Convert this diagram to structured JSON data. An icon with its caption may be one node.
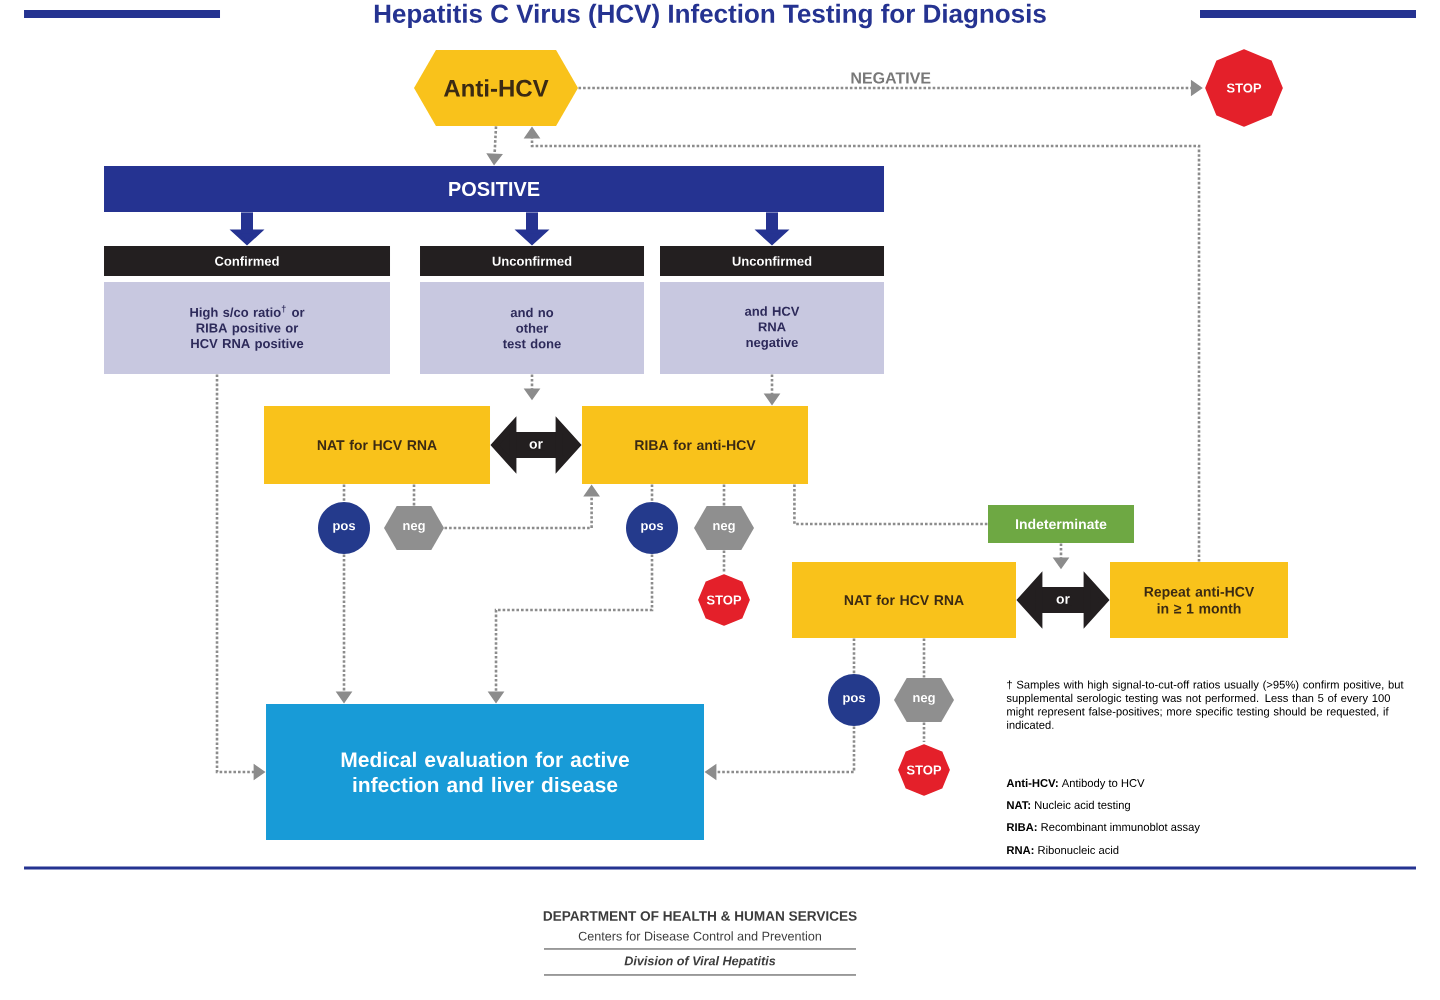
{
  "diagram": {
    "title": "Hepatitis C Virus (HCV) Infection Testing for Diagnosis",
    "nodes": [
      {
        "text": [
          "Anti-HCV"
        ]
      },
      {
        "text": [
          "STOP"
        ]
      },
      {
        "text": [
          "POSITIVE"
        ]
      },
      {
        "text": [
          "Confirmed"
        ]
      },
      {
        "text": [
          "Unconfirmed"
        ]
      },
      {
        "text": [
          "Unconfirmed"
        ]
      },
      {
        "text": [
          "High s/co ratio$^{†}$ or RIBA positive or HCV RNA positive"
        ]
      },
      {
        "text": [
          "and no other test done"
        ]
      },
      {
        "text": [
          "and HCV RNA negative"
        ]
      },
      {
        "text": [
          "NAT for HCV RNA"
        ]
      },
      {
        "text": [
          "RIBA for anti-HCV"
        ]
      },
      {
        "text": [
          "pos"
        ]
      },
      {
        "text": [
          "neg"
        ]
      },
      {
        "text": [
          "pos"
        ]
      },
      {
        "text": [
          "neg"
        ]
      },
      {
        "text": [
          "STOP"
        ]
      },
      {
        "text": [
          "Indeterminate"
        ]
      },
      {
        "text": [
          "NAT for HCV RNA"
        ]
      },
      {
        "text": [
          "Repeat anti-HCV in ≥ 1 month"
        ]
      },
      {
        "text": [
          "pos"
        ]
      },
      {
        "text": [
          "neg"
        ]
      },
      {
        "text": [
          "STOP"
        ]
      },
      {
        "text": [
          "Medical evaluation for active infection and liver disease"
        ]
      }
    ],
    "edges": [
      {
        "from": 0,
        "to": 1,
        "arrow": "to",
        "label": "NEGATIVE",
        "style": "dashed"
      },
      {
        "from": 0,
        "to": 2,
        "arrow": "to",
        "style": "dashed"
      },
      {
        "from": 2,
        "to": 3,
        "arrow": "to",
        "style": "thick",
        "color": "#253391"
      },
      {
        "from": 2,
        "to": 4,
        "arrow": "to",
        "style": "thick",
        "color": "#253391"
      },
      {
        "from": 2,
        "to": 5,
        "arrow": "to",
        "style": "thick",
        "color": "#253391"
      },
      {
        "from": 7,
        "to": null,
        "arrow": "to",
        "style": "dashed"
      },
      {
        "from": 8,
        "to": 10,
        "arrow": "to",
        "style": "dashed"
      },
      {
        "from": 9,
        "to": 10,
        "arrow": "both",
        "label": "or",
        "style": "thick",
        "color": "#231f20"
      },
      {
        "from": 6,
        "to": 22,
        "arrow": "to",
        "style": "dashed"
      },
      {
        "from": 9,
        "to": 11,
        "arrow": "none",
        "style": "dashed"
      },
      {
        "from": 9,
        "to": 12,
        "arrow": "none",
        "style": "dashed"
      },
      {
        "from": 11,
        "to": 22,
        "arrow": "to",
        "style": "dashed"
      },
      {
        "from": 12,
        "to": 10,
        "arrow": "to",
        "style": "dashed"
      },
      {
        "from": 10,
        "to": 13,
        "arrow": "none",
        "style": "dashed"
      },
      {
        "from": 10,
        "to": 14,
        "arrow": "none",
        "style": "dashed"
      },
      {
        "from": 13,
        "to": 22,
        "arrow": "to",
        "style": "dashed"
      },
      {
        "from": 14,
        "to": 15,
        "arrow": "none",
        "style": "dashed"
      },
      {
        "from": 10,
        "to": 16,
        "arrow": "none",
        "style": "dashed"
      },
      {
        "from": 16,
        "to": null,
        "arrow": "to",
        "style": "dashed"
      },
      {
        "from": 17,
        "to": 18,
        "arrow": "both",
        "label": "or",
        "style": "thick",
        "color": "#231f20"
      },
      {
        "from": 18,
        "to": 0,
        "arrow": "to",
        "style": "dashed"
      },
      {
        "from": 17,
        "to": 19,
        "arrow": "none",
        "style": "dashed"
      },
      {
        "from": 17,
        "to": 20,
        "arrow": "none",
        "style": "dashed"
      },
      {
        "from": 20,
        "to": 21,
        "arrow": "none",
        "style": "dashed"
      },
      {
        "from": 19,
        "to": 22,
        "arrow": "to",
        "style": "dashed"
      }
    ],
    "labels": [
      "† Samples with high signal-to-cut-off ratios usually (>95%) confirm positive, but supplemental serologic testing was not performed. Less than 5 of every 100 might represent false-positives; more specific testing should be requested, if indicated.",
      "**Anti-HCV:** Antibody to HCV",
      "**NAT:** Nucleic acid testing",
      "**RIBA:** Recombinant immunoblot assay",
      "**RNA:** Ribonucleic acid",
      "DEPARTMENT OF HEALTH & HUMAN SERVICES",
      "Centers for Disease Control and Prevention",
      "Division of Viral Hepatitis"
    ]
  }
}
